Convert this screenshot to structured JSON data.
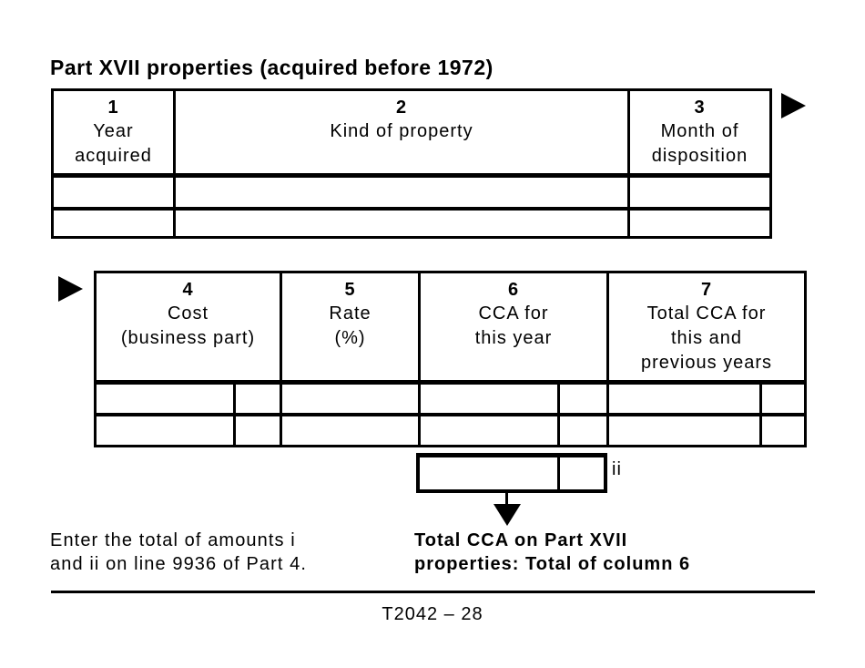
{
  "page": {
    "title": "Part XVII properties (acquired before 1972)",
    "footer_code": "T2042 – 28"
  },
  "upper_table": {
    "columns": [
      {
        "num": "1",
        "label": "Year\nacquired"
      },
      {
        "num": "2",
        "label": "Kind of property"
      },
      {
        "num": "3",
        "label": "Month of\ndisposition"
      }
    ],
    "blank_rows": 2
  },
  "lower_table": {
    "columns": [
      {
        "num": "4",
        "label": "Cost\n(business part)"
      },
      {
        "num": "5",
        "label": "Rate\n(%)"
      },
      {
        "num": "6",
        "label": "CCA for\nthis year"
      },
      {
        "num": "7",
        "label": "Total CCA for\nthis and\nprevious years"
      }
    ],
    "blank_rows": 2
  },
  "total_box": {
    "amount_marker": "ii",
    "value": ""
  },
  "notes": {
    "instruction": "Enter the total of amounts i\nand ii on line 9936 of Part 4.",
    "total_cca_label": "Total CCA on Part XVII\nproperties: Total of column 6"
  },
  "colors": {
    "ink": "#000000",
    "paper": "#ffffff"
  }
}
